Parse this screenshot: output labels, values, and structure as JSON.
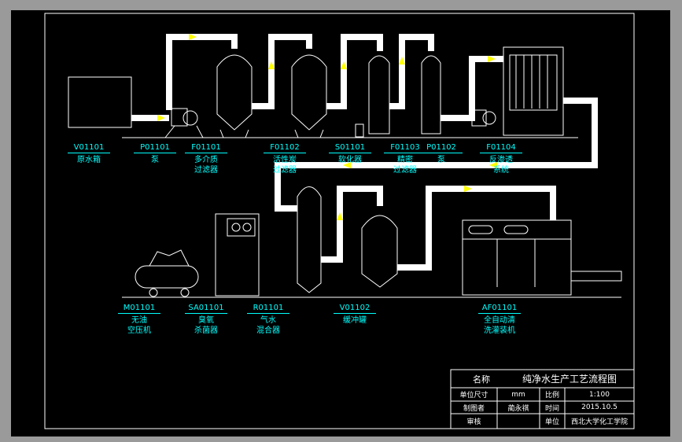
{
  "equipment_top": [
    {
      "code": "V01101",
      "name1": "原水箱",
      "name2": ""
    },
    {
      "code": "P01101",
      "name1": "泵",
      "name2": ""
    },
    {
      "code": "F01101",
      "name1": "多介质",
      "name2": "过滤器"
    },
    {
      "code": "F01102",
      "name1": "活性炭",
      "name2": "过滤器"
    },
    {
      "code": "S01101",
      "name1": "软化器",
      "name2": ""
    },
    {
      "code": "F01103",
      "name1": "精密",
      "name2": "过滤器"
    },
    {
      "code": "P01102",
      "name1": "泵",
      "name2": ""
    },
    {
      "code": "F01104",
      "name1": "反渗透",
      "name2": "系统"
    }
  ],
  "equipment_bottom": [
    {
      "code": "M01101",
      "name1": "无油",
      "name2": "空压机"
    },
    {
      "code": "SA01101",
      "name1": "臭氧",
      "name2": "杀菌器"
    },
    {
      "code": "R01101",
      "name1": "气水",
      "name2": "混合器"
    },
    {
      "code": "V01102",
      "name1": "缓冲罐",
      "name2": ""
    },
    {
      "code": "AF01101",
      "name1": "全自动清",
      "name2": "洗灌装机"
    }
  ],
  "title_block": {
    "name_label": "名称",
    "name_value": "纯净水生产工艺流程图",
    "unit_size_label": "单位尺寸",
    "unit_size_value": "mm",
    "scale_label": "比例",
    "scale_value": "1:100",
    "drawer_label": "制图者",
    "drawer_value": "蔺永祺",
    "date_label": "时间",
    "date_value": "2015.10.5",
    "review_label": "审核",
    "review_value": "",
    "org_label": "单位",
    "org_value": "西北大学化工学院"
  },
  "colors": {
    "pipe": "#ffffff",
    "label": "#00ffff",
    "arrow": "#ffff00",
    "background": "#000000"
  }
}
